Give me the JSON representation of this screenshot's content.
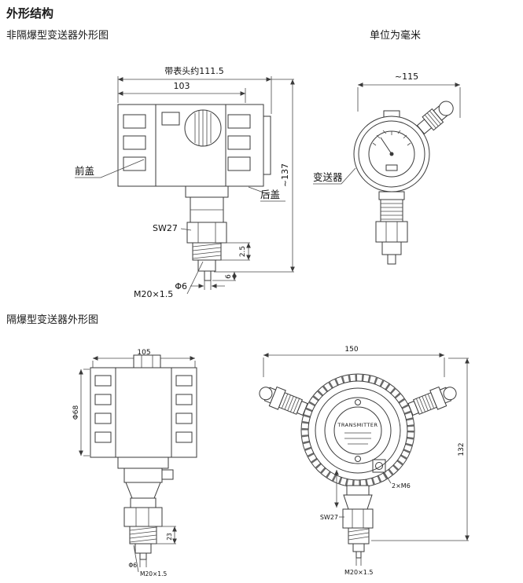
{
  "page": {
    "title": "外形结构",
    "units_note": "单位为毫米"
  },
  "colors": {
    "line": "#3a3a3a",
    "paper": "#ffffff"
  },
  "non_exproof": {
    "section_label": "非隔爆型变送器外形图",
    "side_view": {
      "dim_with_head": "带表头约111.5",
      "dim_body_width": "103",
      "dim_total_height": "~137",
      "dim_port_height": "2.5",
      "dim_pin_length": "6",
      "dim_pin_dia": "Φ6",
      "thread_spec": "M20×1.5",
      "wrench_size": "SW27",
      "front_cover_label": "前盖",
      "back_cover_label": "后盖"
    },
    "front_view": {
      "dim_width": "~115",
      "transmitter_label": "变送器"
    }
  },
  "exproof": {
    "section_label": "隔爆型变送器外形图",
    "side_view": {
      "dim_body_width": "105",
      "dim_body_dia": "Φ68",
      "dim_thread_length": "23",
      "dim_pin_dia": "Φ6",
      "thread_spec": "M20×1.5"
    },
    "front_view": {
      "dim_width": "150",
      "dim_height": "132",
      "bolt_spec": "2×M6",
      "wrench_size": "SW27",
      "thread_spec": "M20×1.5",
      "nameplate_text": "TRANSMITTER"
    }
  }
}
